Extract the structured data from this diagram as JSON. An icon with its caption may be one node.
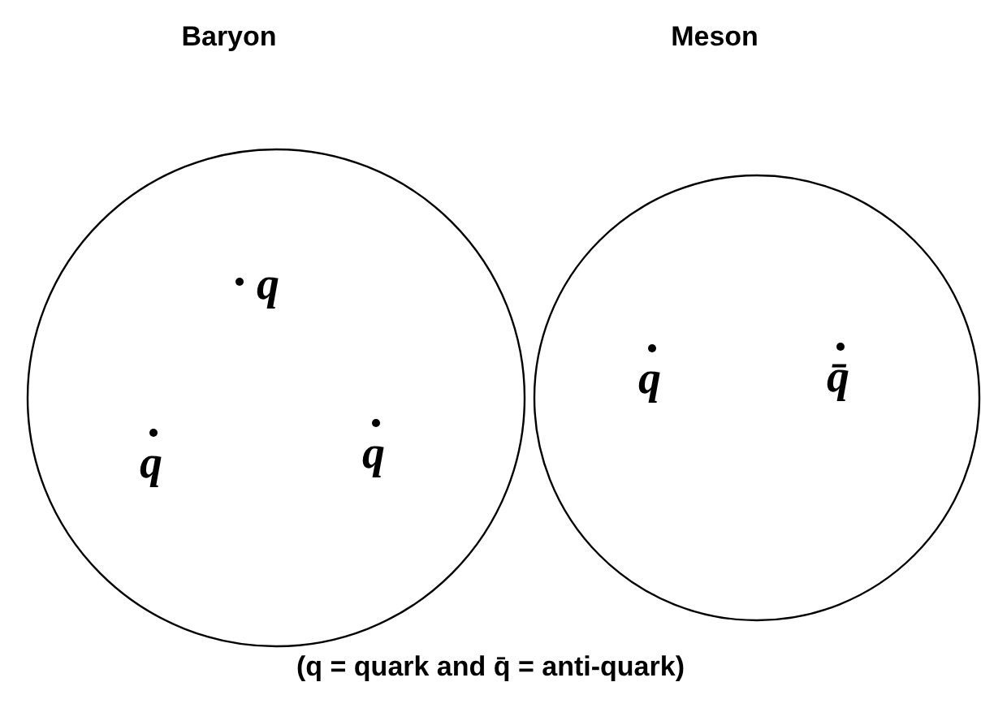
{
  "diagram": {
    "caption": "(q = quark and q̄ = anti-quark)",
    "nodes": [
      {
        "text": [
          "Baryon"
        ]
      },
      {
        "text": [
          "Meson"
        ]
      }
    ],
    "labels": [
      "q",
      "q",
      "q",
      "q",
      "q̄"
    ]
  }
}
